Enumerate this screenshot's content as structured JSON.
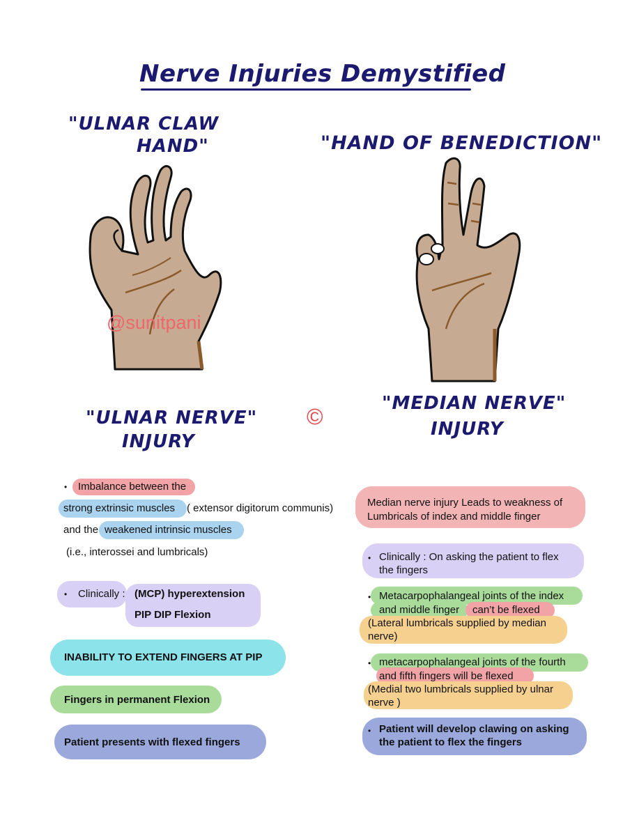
{
  "title": "Nerve Injuries Demystified",
  "left": {
    "caption_top_line1": "\"ULNAR CLAW",
    "caption_top_line2": "HAND\"",
    "caption_bottom_line1": "\"ULNAR NERVE\"",
    "caption_bottom_line2": "INJURY",
    "watermark": "@sunitpani",
    "notes": {
      "n1": "Imbalance between the",
      "n2": "strong extrinsic muscles",
      "n2b": "( extensor digitorum communis)",
      "n3a": "and the",
      "n3b": "weakened intrinsic muscles",
      "n4": "(i.e., interossei and lumbricals)",
      "clin_label": "Clinically :",
      "clin_1": "(MCP) hyperextension",
      "clin_2": "PIP  DIP Flexion",
      "box1": "INABILITY TO EXTEND FINGERS AT PIP",
      "box2": "Fingers in permanent Flexion",
      "box3": "Patient presents with flexed fingers"
    }
  },
  "center": {
    "copyright": "©"
  },
  "right": {
    "caption_top": "\"HAND OF BENEDICTION\"",
    "caption_bottom_line1": "\"MEDIAN NERVE\"",
    "caption_bottom_line2": "INJURY",
    "notes": {
      "r1a": "Median nerve injury Leads to weakness of",
      "r1b": "Lumbricals of index and middle finger",
      "r2a": "Clinically : On  asking the patient to flex",
      "r2b": "the fingers",
      "r3a": "Metacarpophalangeal joints of the index",
      "r3b": "and middle finger",
      "r3c": "can’t be flexed",
      "r3d": "(Lateral lumbricals supplied by median",
      "r3e": "nerve)",
      "r4a": "metacarpophalangeal joints of the fourth",
      "r4b": "and fifth fingers will be flexed",
      "r4c": "(Medial two lumbricals supplied by ulnar",
      "r4d": "nerve )",
      "r5a": "Patient will develop clawing on asking",
      "r5b": "the patient to flex the fingers"
    }
  },
  "colors": {
    "ink": "#1c1a6e",
    "skin": "#c6aa92",
    "red_hl": "#f1a3a5",
    "blue_hl": "#a9d3ef",
    "purple_hl": "#d8d0f5",
    "cyan_hl": "#8ce3ea",
    "green_hl": "#a9dc9a",
    "navy_hl": "#9aa8dc",
    "orange_hl": "#f6d08f",
    "pink_box": "#f3b4b6"
  }
}
